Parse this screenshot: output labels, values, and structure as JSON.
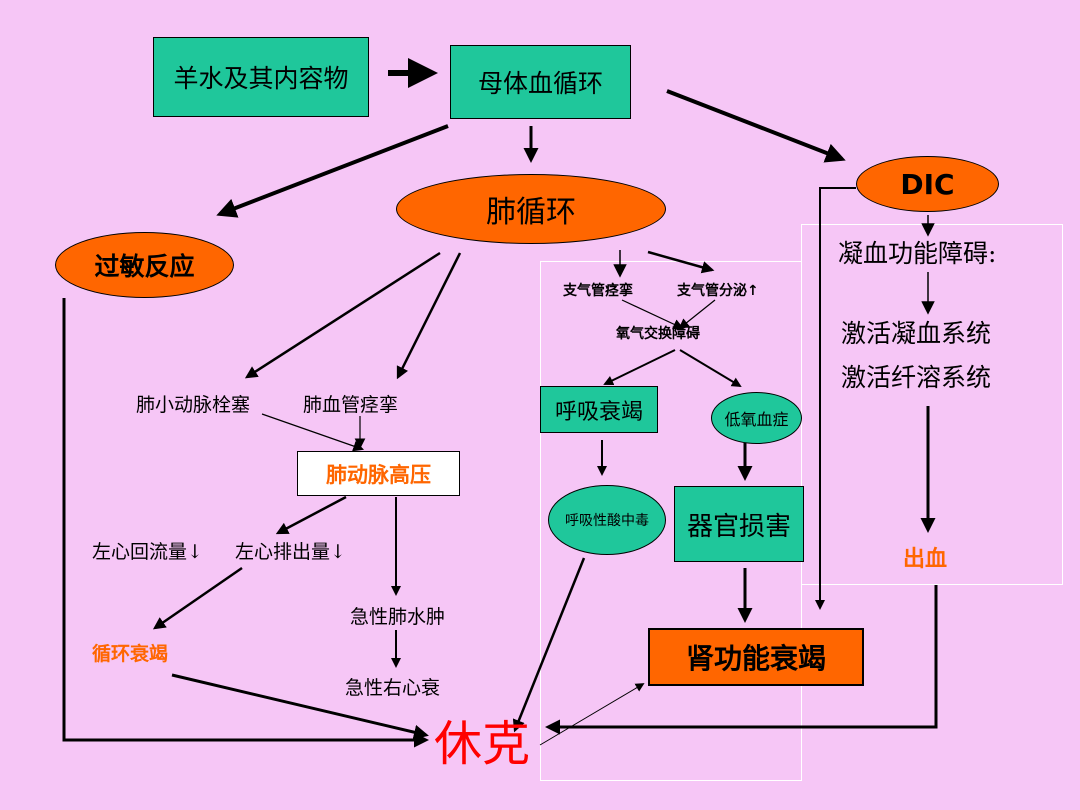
{
  "colors": {
    "background": "#f6c6f6",
    "teal": "#1fc79b",
    "orange": "#ff6600",
    "red_text": "#ff0000",
    "orange_text": "#ff6600"
  },
  "nodes": {
    "amniotic": "羊水及其内容物",
    "maternal_circulation": "母体血循环",
    "dic": "DIC",
    "pulmonary_circulation": "肺循环",
    "allergic_reaction": "过敏反应",
    "bronchospasm": "支气管痉挛",
    "bronchial_secretion": "支气管分泌↑",
    "oxygen_exchange": "氧气交换障碍",
    "respiratory_failure": "呼吸衰竭",
    "hypoxemia": "低氧血症",
    "respiratory_acidosis": "呼吸性酸中毒",
    "organ_damage": "器官损害",
    "renal_failure": "肾功能衰竭",
    "coagulation_disorder": "凝血功能障碍:",
    "activate_coagulation": "激活凝血系统",
    "activate_fibrinolysis": "激活纤溶系统",
    "bleeding": "出血",
    "pulmonary_arteriole_embolism": "肺小动脉栓塞",
    "pulmonary_vasospasm": "肺血管痉挛",
    "pulmonary_hypertension": "肺动脉高压",
    "left_return_decrease": "左心回流量↓",
    "left_output_decrease": "左心排出量↓",
    "circulatory_failure": "循环衰竭",
    "acute_pulmonary_edema": "急性肺水肿",
    "acute_right_heart_failure": "急性右心衰",
    "shock": "休克"
  }
}
